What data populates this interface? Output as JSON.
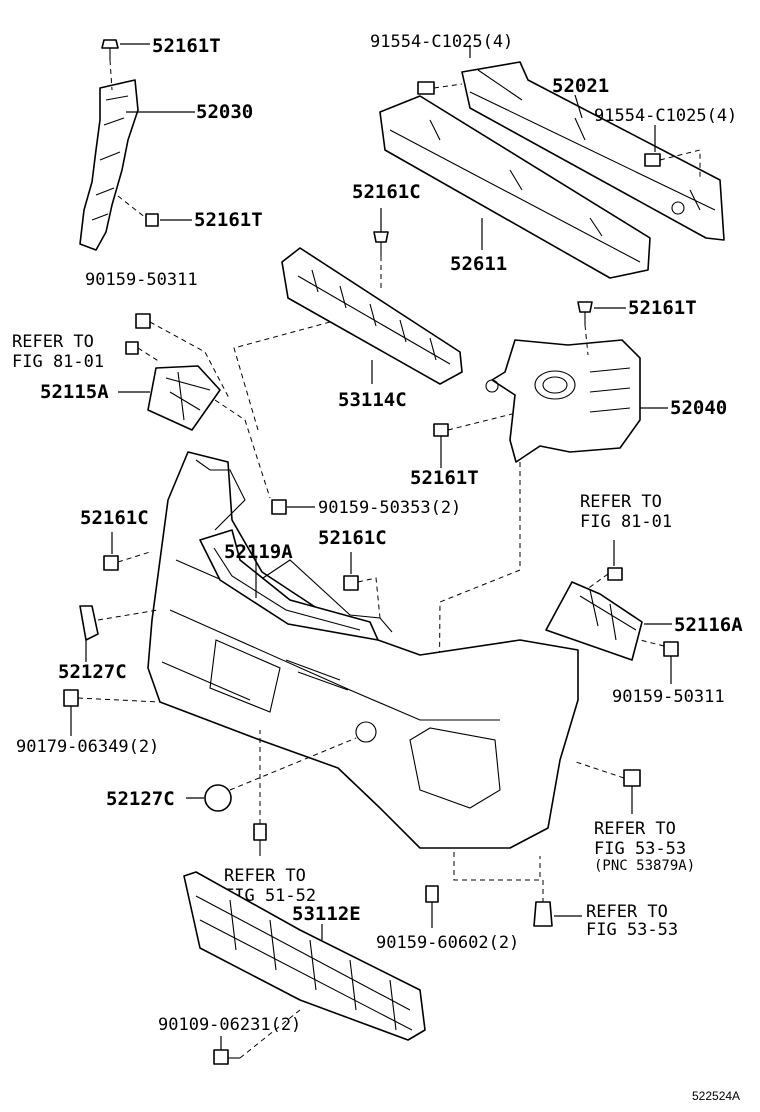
{
  "labels": {
    "p52161T_top": "52161T",
    "p52030": "52030",
    "p52161T_mid": "52161T",
    "p91554_left": "91554-C1025(4)",
    "p52021": "52021",
    "p91554_right": "91554-C1025(4)",
    "p52161C_top": "52161C",
    "p52611": "52611",
    "p90159_50311_top": "90159-50311",
    "refer_fig8101_left_1": "REFER TO",
    "refer_fig8101_left_2": "FIG 81-01",
    "p52115A": "52115A",
    "p53114C": "53114C",
    "p52161T_right": "52161T",
    "p52040": "52040",
    "p52161T_lower": "52161T",
    "p90159_50353": "90159-50353(2)",
    "refer_fig8101_right_1": "REFER TO",
    "refer_fig8101_right_2": "FIG 81-01",
    "p52161C_left": "52161C",
    "p52119A": "52119A",
    "p52161C_mid": "52161C",
    "p52116A": "52116A",
    "p52127C_top": "52127C",
    "p90159_50311_right": "90159-50311",
    "p90179": "90179-06349(2)",
    "p52127C_bottom": "52127C",
    "refer_fig5353_a_1": "REFER TO",
    "refer_fig5353_a_2": "FIG 53-53",
    "refer_fig5353_a_3": "(PNC 53879A)",
    "refer_fig5152_1": "REFER TO",
    "refer_fig5152_2": "FIG 51-52",
    "p53112E": "53112E",
    "p90159_60602": "90159-60602(2)",
    "refer_fig5353_b_1": "REFER TO",
    "refer_fig5353_b_2": "FIG 53-53",
    "p90109": "90109-06231(2)",
    "diagram_code": "522524A"
  }
}
